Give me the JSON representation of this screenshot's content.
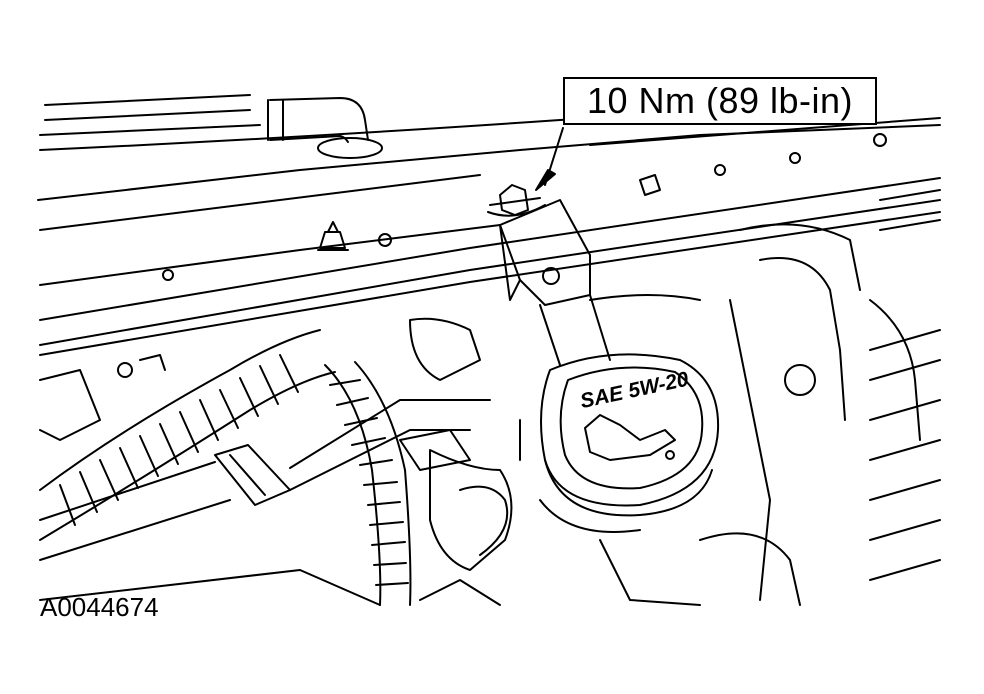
{
  "callout": {
    "torque_label": "10 Nm (89 lb-in)"
  },
  "figure": {
    "id": "A0044674"
  },
  "oil_cap": {
    "viscosity_label": "SAE 5W-20"
  },
  "colors": {
    "line": "#000000",
    "background": "#ffffff"
  }
}
